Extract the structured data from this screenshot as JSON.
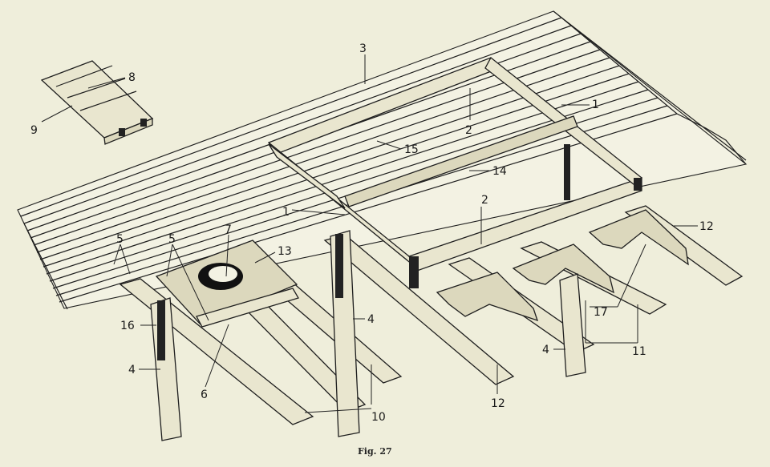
{
  "caption": "Fig. 27",
  "labels": [
    {
      "id": "l1a",
      "text": "1"
    },
    {
      "id": "l1b",
      "text": "1"
    },
    {
      "id": "l2a",
      "text": "2"
    },
    {
      "id": "l2b",
      "text": "2"
    },
    {
      "id": "l3",
      "text": "3"
    },
    {
      "id": "l4a",
      "text": "4"
    },
    {
      "id": "l4b",
      "text": "4"
    },
    {
      "id": "l4c",
      "text": "4"
    },
    {
      "id": "l5a",
      "text": "5"
    },
    {
      "id": "l5b",
      "text": "5"
    },
    {
      "id": "l6",
      "text": "6"
    },
    {
      "id": "l7",
      "text": "7"
    },
    {
      "id": "l8",
      "text": "8"
    },
    {
      "id": "l9",
      "text": "9"
    },
    {
      "id": "l10",
      "text": "10"
    },
    {
      "id": "l11",
      "text": "11"
    },
    {
      "id": "l12a",
      "text": "12"
    },
    {
      "id": "l12b",
      "text": "12"
    },
    {
      "id": "l13",
      "text": "13"
    },
    {
      "id": "l14",
      "text": "14"
    },
    {
      "id": "l15",
      "text": "15"
    },
    {
      "id": "l16",
      "text": "16"
    },
    {
      "id": "l17",
      "text": "17"
    }
  ]
}
